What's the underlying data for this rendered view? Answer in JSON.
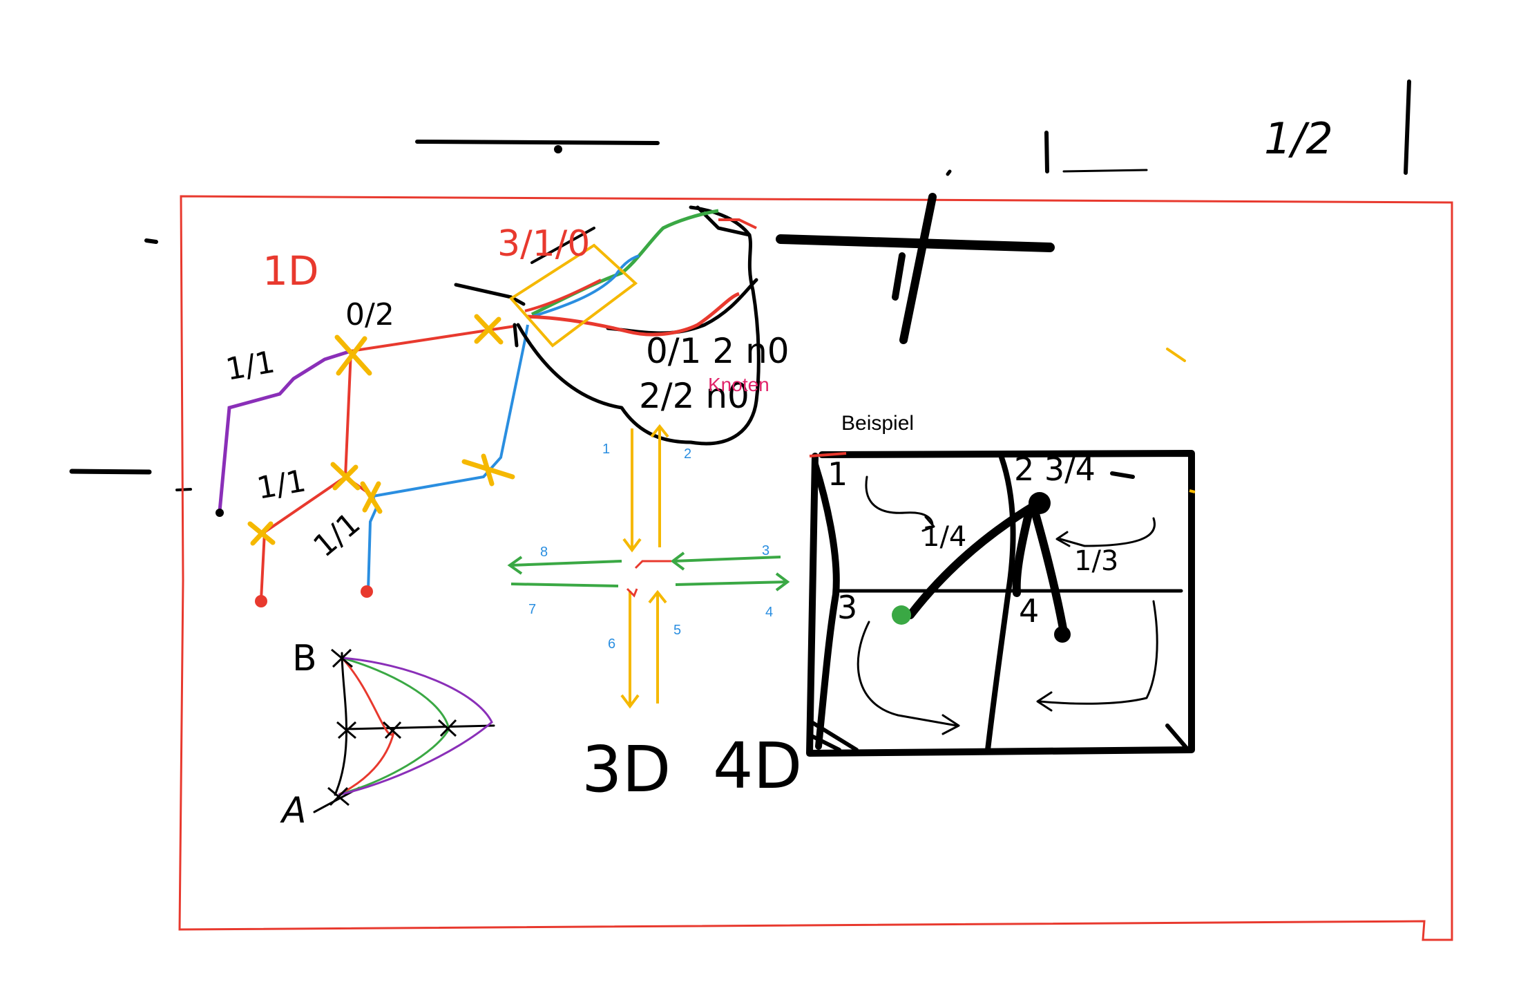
{
  "canvas": {
    "background": "#ffffff"
  },
  "colors": {
    "red": "#e8392e",
    "orange": "#f5b800",
    "green": "#3aa844",
    "blue": "#2a8ee0",
    "purple": "#8a2fb8",
    "black": "#000000",
    "pink": "#e0246a",
    "label_blue": "#2a8ee0"
  },
  "labels": {
    "top_right": "1/2",
    "one_d": "1D",
    "node_0_2": "0/2",
    "node_1_1_upper": "1/1",
    "node_1_1_lower": "1/1",
    "node_1_1_diag": "1/1",
    "node_3_1_0": "3/1/0",
    "node_0_1_2_n0": "0/1 2 n0",
    "node_2_2_n0": "2/2 n0",
    "knoten": "Knoten",
    "beispiel": "Beispiel",
    "label_3d": "3D",
    "label_4d": "4D",
    "point_b": "B",
    "point_a": "A"
  },
  "arrow_numbers": [
    "1",
    "2",
    "3",
    "4",
    "5",
    "6",
    "7",
    "8"
  ],
  "grid": {
    "cells": [
      "1",
      "2 3/4",
      "3",
      "4"
    ],
    "arrow_labels": [
      "1/4",
      "1/3"
    ]
  }
}
